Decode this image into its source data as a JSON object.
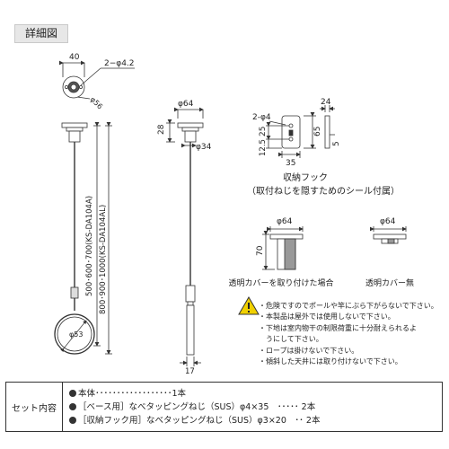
{
  "header": {
    "title": "詳細図"
  },
  "dims": {
    "top_width": "40",
    "holes": "2−φ4.2",
    "dia56": "φ56",
    "length_a": "500･600･700(KS-DA104A)",
    "length_al": "800･900･1000(KS-DA104AL)",
    "ring": "φ53",
    "side_top": "φ64",
    "side_28": "28",
    "side_34": "φ34",
    "side_17": "17",
    "hook_24": "24",
    "hook_holes": "2-φ4",
    "hook_25": "25",
    "hook_65": "65",
    "hook_125": "12.5",
    "hook_35": "35",
    "hook_5": "5",
    "cover_a_top": "φ64",
    "cover_a_70": "70",
    "cover_b_top": "φ64"
  },
  "captions": {
    "hook_title": "収納フック",
    "hook_sub": "（取付ねじを隠すためのシール付属）",
    "cover_with": "透明カバーを取り付けた場合",
    "cover_without": "透明カバー無"
  },
  "warnings": [
    "・危険ですのでポールや竿にぶら下がらないで下さい。",
    "・本製品は屋外では使用しないで下さい。",
    "・下地は室内物干の制限荷重に十分耐えられるよ",
    "うにして下さい。",
    "・ロープは掛けないで下さい。",
    "・傾斜した天井には取り付けないで下さい。"
  ],
  "set": {
    "label": "セット内容",
    "items": [
      "本体･･････････････････1本",
      "［ベース用］なべタッピングねじ（SUS）φ4×35　･････ 2本",
      "［収納フック用］なべタッピングねじ（SUS）φ3×20　･･ 2本"
    ]
  }
}
